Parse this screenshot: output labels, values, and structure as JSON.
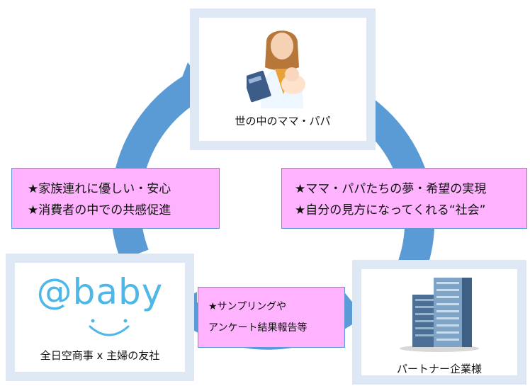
{
  "colors": {
    "arrow": "#5b9bd5",
    "frame": "#dde8f4",
    "note_fill": "#ffb3ff",
    "note_border": "#5a9ad8",
    "logo": "#4db8e8"
  },
  "nodes": {
    "parents": {
      "label": "世の中のママ・パパ",
      "icon": "mother-with-baby-illustration"
    },
    "ababy": {
      "logo_text": "@baby",
      "label": "全日空商事 x 主婦の友社"
    },
    "partners": {
      "label": "パートナー企業様",
      "icon": "office-building-illustration"
    }
  },
  "notes": {
    "left": [
      "★家族連れに優しい・安心",
      "★消費者の中での共感促進"
    ],
    "right": [
      "★ママ・パパたちの夢・希望の実現",
      "★自分の見方になってくれる“社会”"
    ],
    "bottom": [
      "★サンプリングや",
      "アンケート結果報告等"
    ]
  }
}
